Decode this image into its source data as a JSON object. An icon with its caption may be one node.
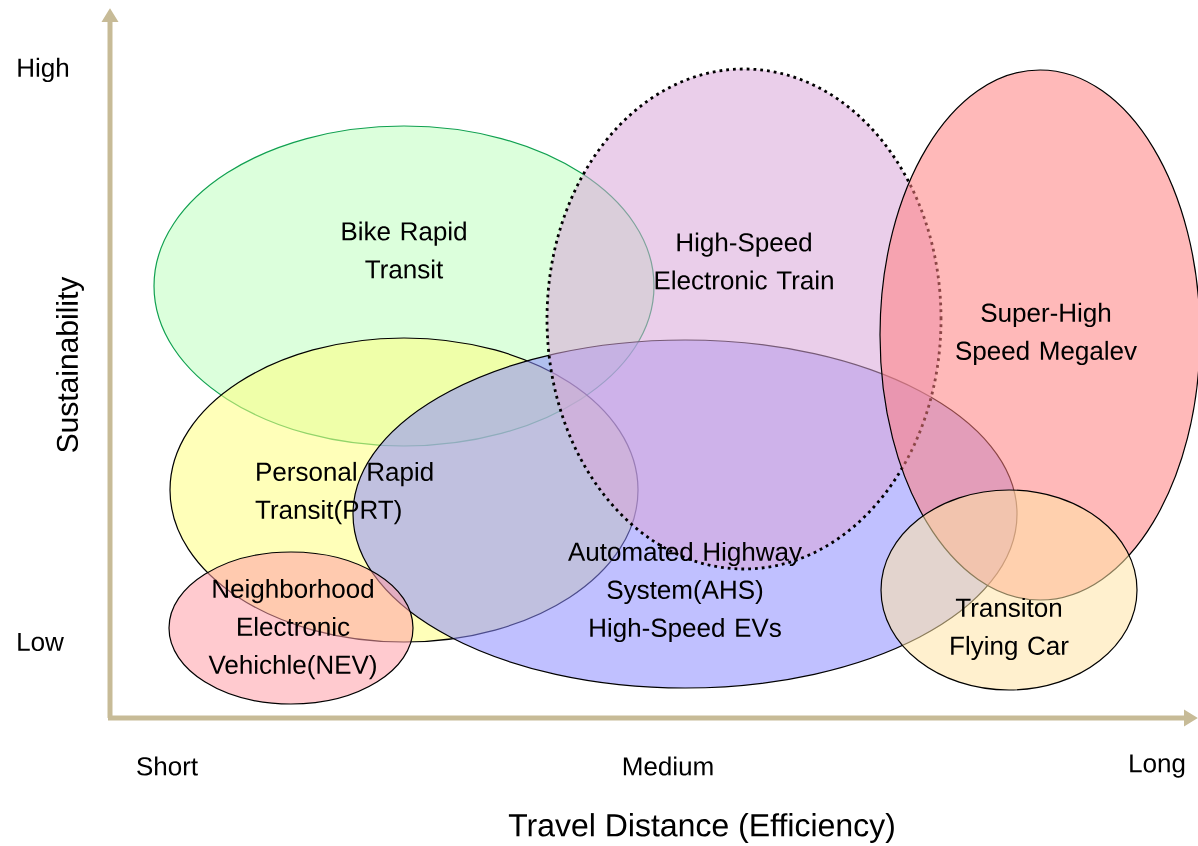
{
  "diagram": {
    "nodes": [
      {
        "text": [
          "Bike Rapid Transit"
        ]
      },
      {
        "text": [
          "High-Speed Electronic Train"
        ]
      },
      {
        "text": [
          "Super-High Speed Megalev"
        ]
      },
      {
        "text": [
          "Personal Rapid Transit(PRT)"
        ]
      },
      {
        "text": [
          "Automated Highway System(AHS) High-Speed EVs"
        ]
      },
      {
        "text": [
          "Neighborhood Electronic Vehichle(NEV)"
        ]
      },
      {
        "text": [
          "Transiton Flying Car"
        ]
      }
    ],
    "edges": [],
    "labels": [
      "High",
      "Sustainability",
      "Low",
      "Short",
      "Medium",
      "Long",
      "Travel Distance (Efficiency)"
    ]
  }
}
